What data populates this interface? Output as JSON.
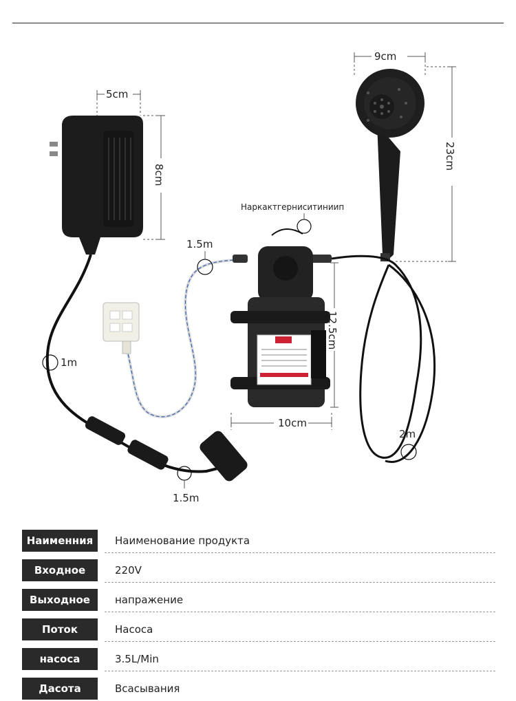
{
  "dimensions": {
    "adapter_width": "5cm",
    "adapter_height": "8cm",
    "shower_head_width": "9cm",
    "shower_height": "23cm",
    "pump_height": "12.5cm",
    "pump_width": "10cm",
    "inlet_hose": "1.5m",
    "power_cord": "1m",
    "output_cord": "1.5m",
    "shower_hose": "2m",
    "pump_callout": "Наркактгерниситиниип"
  },
  "specs": [
    {
      "label": "Наименния",
      "value": "Наименование продукта"
    },
    {
      "label": "Входное",
      "value": "220V"
    },
    {
      "label": "Выходное",
      "value": "напражение"
    },
    {
      "label": "Поток",
      "value": "Насоса"
    },
    {
      "label": "насоса",
      "value": "3.5L/Min"
    },
    {
      "label": "Дасота",
      "value": "Всасывания"
    }
  ],
  "colors": {
    "label_bg": "#2a2a2a",
    "label_text": "#ffffff",
    "product": "#1c1c1c"
  }
}
